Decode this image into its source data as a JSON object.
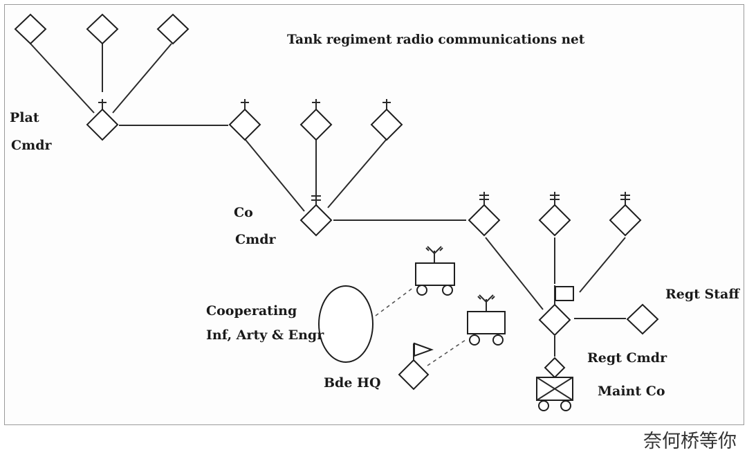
{
  "title": "Tank regiment radio communications net",
  "labels": {
    "plat": "Plat",
    "plat_cmdr": "Cmdr",
    "co": "Co",
    "co_cmdr": "Cmdr",
    "cooperating": "Cooperating",
    "inf_arty_engr": "Inf, Arty & Engr",
    "bde_hq": "Bde HQ",
    "regt_staff": "Regt Staff",
    "regt_cmdr": "Regt Cmdr",
    "maint_co": "Maint Co"
  },
  "watermark": "奈何桥等你"
}
